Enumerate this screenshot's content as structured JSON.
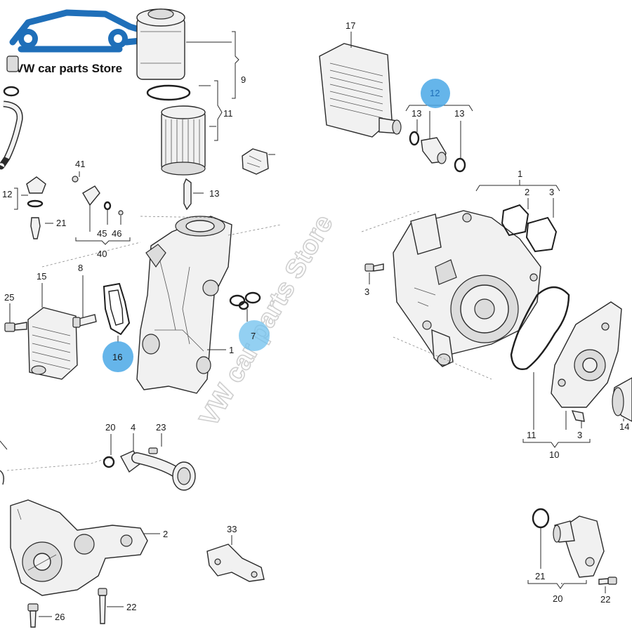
{
  "store": {
    "name": "VW car parts Store",
    "logo_icon": "car-wrench-logo-icon",
    "logo_color": "#1f6fb9"
  },
  "watermark": {
    "text": "VW car parts Store"
  },
  "highlight_color": "#4aa8e6",
  "highlights": [
    {
      "callout": "12"
    },
    {
      "callout": "16"
    },
    {
      "callout": "7"
    }
  ],
  "callouts": [
    "17",
    "12",
    "13",
    "13",
    "1",
    "2",
    "3",
    "3",
    "11",
    "10",
    "3",
    "14",
    "9",
    "11",
    "13",
    "41",
    "12",
    "21",
    "45",
    "46",
    "40",
    "15",
    "8",
    "25",
    "16",
    "7",
    "1",
    "20",
    "4",
    "23",
    "2",
    "33",
    "22",
    "26",
    "21",
    "20",
    "22"
  ]
}
